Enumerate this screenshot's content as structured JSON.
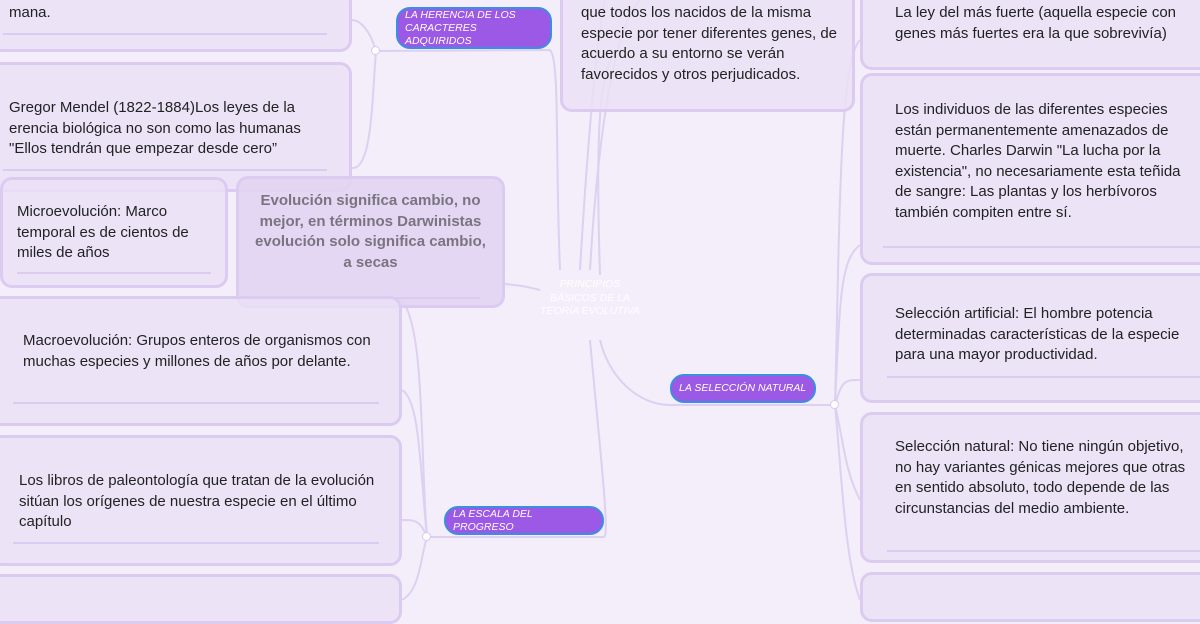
{
  "center": {
    "title": "PRINCIPIOS BÁSICOS DE LA TEORÍA EVOLUTIVA"
  },
  "branches": {
    "herencia": {
      "label": "LA HERENCIA DE LOS CARACTERES ADQUIRIDOS"
    },
    "seleccion": {
      "label": "LA SELECCIÓN NATURAL"
    },
    "escala": {
      "label": "LA ESCALA DEL PROGRESO"
    }
  },
  "cards": {
    "top_left": "mana.",
    "mendel": "Gregor Mendel (1822-1884)Los leyes de la erencia biológica no son como las humanas \"Ellos tendrán que empezar desde cero”",
    "micro": "Microevolución: Marco temporal es de cientos de miles de años",
    "marco_overlay": "Evolución significa cambio, no mejor, en términos Darwinistas evolución solo significa cambio, a secas",
    "macro": "Macroevolución: Grupos enteros de organismos con muchas especies y millones de años por delante.",
    "libros": "Los libros de paleontología que tratan de la evolución sitúan los orígenes de nuestra especie en el último capítulo",
    "genes": "que todos los nacidos de la misma especie por tener diferentes genes, de acuerdo a su entorno se verán favorecidos y otros perjudicados.",
    "ley": "La ley del más fuerte (aquella especie con genes más fuertes era la que sobrevivía)",
    "lucha": "Los individuos de las diferentes especies están permanentemente amenazados de muerte. Charles Darwin \"La lucha por la existencia\", no necesariamente esta teñida de sangre: Las plantas y los herbívoros también compiten entre sí.",
    "artificial": "Selección artificial: El hombre potencia determinadas características de la especie para una mayor productividad.",
    "natural": "Selección natural: No tiene ningún objetivo, no hay variantes génicas mejores que otras en sentido absoluto, todo depende de las circunstancias del medio ambiente."
  }
}
